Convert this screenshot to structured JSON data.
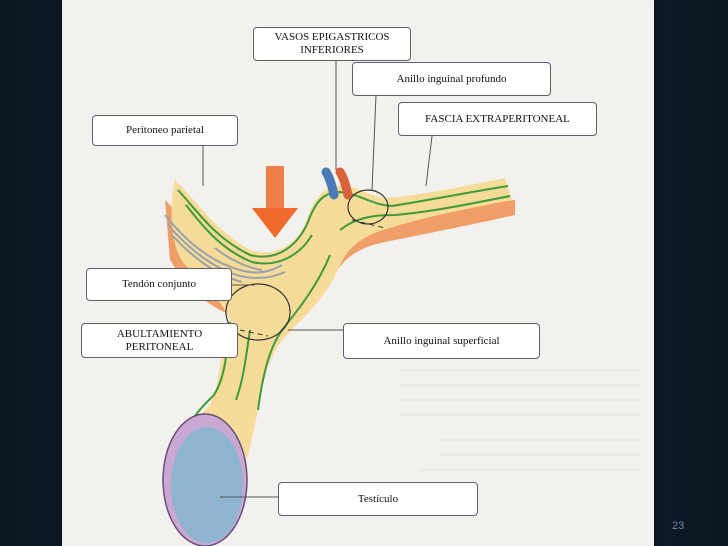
{
  "labels": {
    "vasos": "VASOS EPIGASTRICOS\nINFERIORES",
    "anillo_profundo": "Anillo inguinal profundo",
    "fascia": "FASCIA EXTRAPERITONEAL",
    "peritoneo": "Peritoneo parietal",
    "tendon": "Tendón conjunto",
    "abultamiento": "ABULTAMIENTO\nPERITONEAL",
    "anillo_superficial": "Anillo inguinal superficial",
    "testiculo": "Testículo"
  },
  "slide": {
    "page_number": "23"
  },
  "colors": {
    "background": "#0b1620",
    "page": "#f3f1ed",
    "fascia_yellow": "#f6dc98",
    "orange_layer": "#ef9e68",
    "green_line": "#3f9a3a",
    "gray_layer": "#9aa3ad",
    "arrow": "#ef6a2c",
    "testis": "#8fb4cf",
    "vessel_blue": "#4a7ab8",
    "vessel_red": "#d8623a"
  },
  "icons": {
    "arrow": "down-arrow-icon"
  }
}
